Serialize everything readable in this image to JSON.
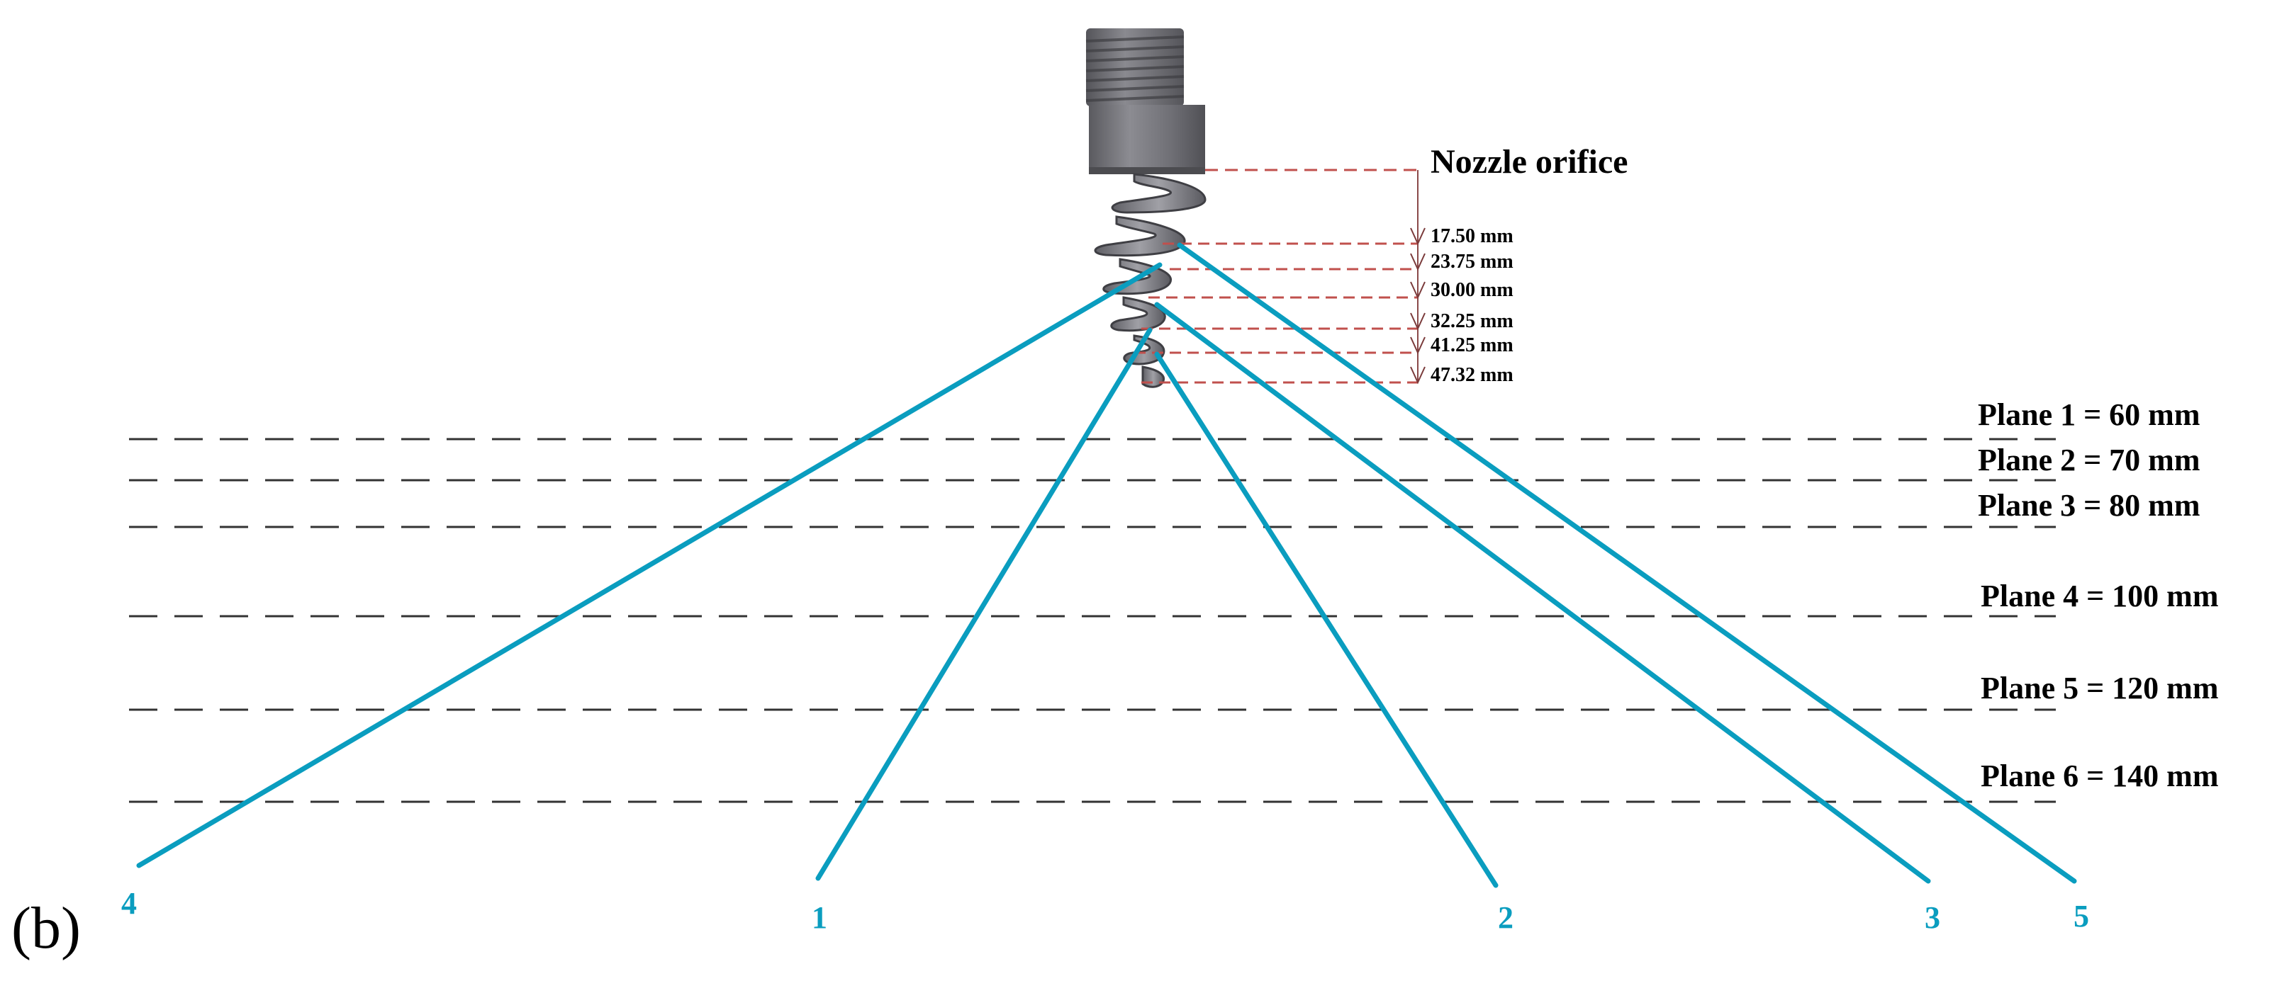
{
  "panel_label": "(b)",
  "orifice": {
    "label": "Nozzle orifice"
  },
  "offsets": [
    {
      "label": "17.50 mm"
    },
    {
      "label": "23.75 mm"
    },
    {
      "label": "30.00 mm"
    },
    {
      "label": "32.25 mm"
    },
    {
      "label": "41.25 mm"
    },
    {
      "label": "47.32 mm"
    }
  ],
  "planes": [
    {
      "label": "Plane 1 = 60 mm"
    },
    {
      "label": "Plane 2 = 70 mm"
    },
    {
      "label": "Plane 3 = 80 mm"
    },
    {
      "label": "Plane 4 = 100 mm"
    },
    {
      "label": "Plane 5 = 120 mm"
    },
    {
      "label": "Plane 6 = 140 mm"
    }
  ],
  "jets": [
    {
      "id": "4"
    },
    {
      "id": "1"
    },
    {
      "id": "2"
    },
    {
      "id": "3"
    },
    {
      "id": "5"
    }
  ],
  "colors": {
    "jet": "#0a9dbf",
    "jet_label": "#0a9dbf",
    "offset_line": "#c0504d",
    "plane_line": "#333333",
    "nozzle_body": "#6f6f73",
    "nozzle_light": "#9a9aa0",
    "nozzle_dark": "#4a4a4f",
    "text": "#000000"
  }
}
